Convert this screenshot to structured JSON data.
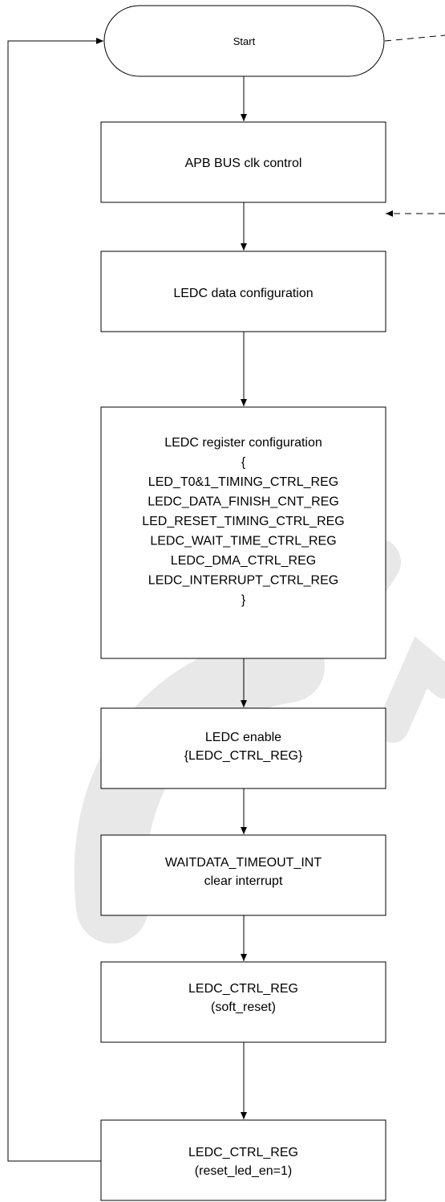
{
  "flowchart": {
    "start_label": "Start",
    "steps": [
      {
        "id": "apb",
        "lines": [
          "APB BUS clk control"
        ]
      },
      {
        "id": "data",
        "lines": [
          "LEDC data configuration"
        ]
      },
      {
        "id": "register",
        "lines": [
          "LEDC register configuration",
          "{",
          "LED_T0&1_TIMING_CTRL_REG",
          "LEDC_DATA_FINISH_CNT_REG",
          "LED_RESET_TIMING_CTRL_REG",
          "LEDC_WAIT_TIME_CTRL_REG",
          "LEDC_DMA_CTRL_REG",
          "LEDC_INTERRUPT_CTRL_REG",
          "}"
        ]
      },
      {
        "id": "enable",
        "lines": [
          "LEDC enable",
          "{LEDC_CTRL_REG}"
        ]
      },
      {
        "id": "waitdata",
        "lines": [
          "WAITDATA_TIMEOUT_INT",
          "clear interrupt"
        ]
      },
      {
        "id": "softreset",
        "lines": [
          "LEDC_CTRL_REG",
          "(soft_reset)"
        ]
      },
      {
        "id": "resetled",
        "lines": [
          "LEDC_CTRL_REG",
          "(reset_led_en=1)"
        ]
      }
    ]
  },
  "colors": {
    "stroke": "#000000",
    "watermark": "#e6e6e6",
    "background": "#ffffff"
  }
}
